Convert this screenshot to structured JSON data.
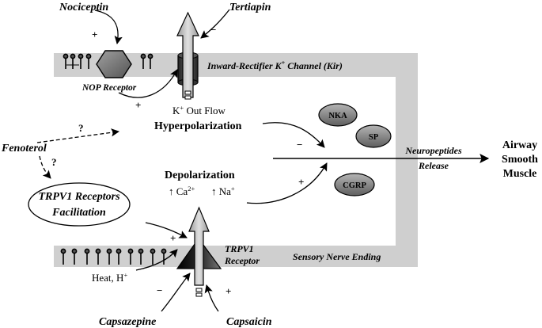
{
  "labels": {
    "nociceptin": "Nociceptin",
    "tertiapin": "Tertiapin",
    "kir_channel": "Inward-Rectifier K",
    "kir_channel_sup": "+",
    "kir_channel_tail": " Channel (Kir)",
    "nop_receptor": "NOP Receptor",
    "k_outflow": "K",
    "k_outflow_sup": "+",
    "k_outflow_tail": " Out Flow",
    "hyperpolarization": "Hyperpolarization",
    "fenoterol": "Fenoterol",
    "question_1": "?",
    "question_2": "?",
    "trpv1_facilitation_line1": "TRPV1 Receptors",
    "trpv1_facilitation_line2": "Facilitation",
    "depolarization": "Depolarization",
    "ca_ion": "↑ Ca",
    "ca_sup": "2+",
    "na_ion": "↑ Na",
    "na_sup": "+",
    "nka": "NKA",
    "sp": "SP",
    "cgrp": "CGRP",
    "neuropeptides_line1": "Neuropeptides",
    "neuropeptides_line2": "Release",
    "airway_line1": "Airway",
    "airway_line2": "Smooth",
    "airway_line3": "Muscle",
    "trpv1_receptor_line1": "TRPV1",
    "trpv1_receptor_line2": "Receptor",
    "sensory_nerve_ending": "Sensory Nerve Ending",
    "heat": "Heat, H",
    "heat_sup": "+",
    "capsazepine": "Capsazepine",
    "capsaicin": "Capsaicin"
  },
  "signs": {
    "nociceptin_plus": "+",
    "tertiapin_minus": "−",
    "nop_plus": "+",
    "hyper_minus": "−",
    "depol_plus": "+",
    "facil_plus": "+",
    "capsazepine_minus": "−",
    "capsaicin_plus": "+"
  },
  "colors": {
    "membrane": "#cfcfcf",
    "peptide_fill": "#8a8a8a",
    "hexagon_fill": "#7a7a7a",
    "channel_fill": "#3a3a3a"
  }
}
